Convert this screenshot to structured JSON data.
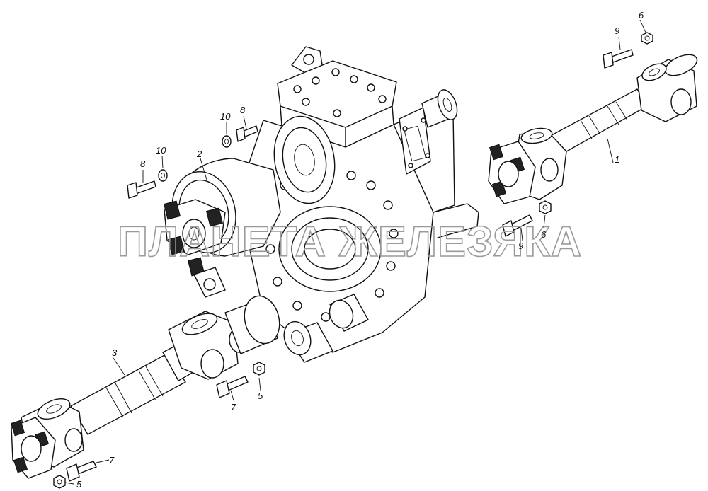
{
  "watermark": "ПЛАНЕТА ЖЕЛЕЗЯКА",
  "callouts": [
    {
      "id": "c1",
      "text": "1"
    },
    {
      "id": "c2",
      "text": "2"
    },
    {
      "id": "c3",
      "text": "3"
    },
    {
      "id": "c5a",
      "text": "5"
    },
    {
      "id": "c5b",
      "text": "5"
    },
    {
      "id": "c6a",
      "text": "6"
    },
    {
      "id": "c6b",
      "text": "6"
    },
    {
      "id": "c7a",
      "text": "7"
    },
    {
      "id": "c7b",
      "text": "7"
    },
    {
      "id": "c8a",
      "text": "8"
    },
    {
      "id": "c8b",
      "text": "8"
    },
    {
      "id": "c9a",
      "text": "9"
    },
    {
      "id": "c9b",
      "text": "9"
    },
    {
      "id": "c10a",
      "text": "10"
    },
    {
      "id": "c10b",
      "text": "10"
    }
  ]
}
